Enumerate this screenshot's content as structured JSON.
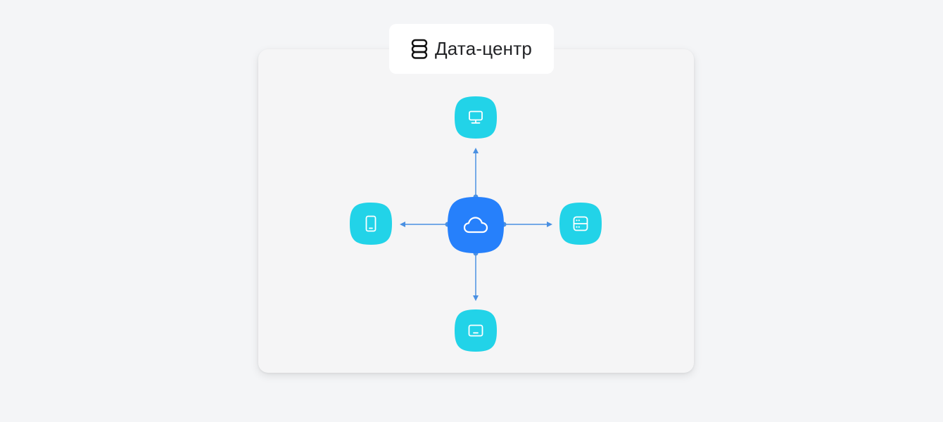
{
  "title": {
    "label": "Дата-центр",
    "icon": "database-icon"
  },
  "colors": {
    "page_background": "#f4f5f7",
    "card_background": "#f5f5f6",
    "label_background": "#ffffff",
    "label_text": "#222326",
    "center_node": "#2680fb",
    "satellite_node": "#22d3e8",
    "connector": "#4a90e2",
    "glyph": "#ffffff"
  },
  "diagram": {
    "center": {
      "name": "cloud",
      "icon": "cloud-icon"
    },
    "satellites": [
      {
        "position": "top",
        "name": "desktop",
        "icon": "monitor-icon",
        "direction": "outgoing"
      },
      {
        "position": "left",
        "name": "mobile",
        "icon": "smartphone-icon",
        "direction": "outgoing"
      },
      {
        "position": "right",
        "name": "server",
        "icon": "server-icon",
        "direction": "outgoing"
      },
      {
        "position": "bottom",
        "name": "display",
        "icon": "screen-icon",
        "direction": "outgoing"
      }
    ]
  }
}
